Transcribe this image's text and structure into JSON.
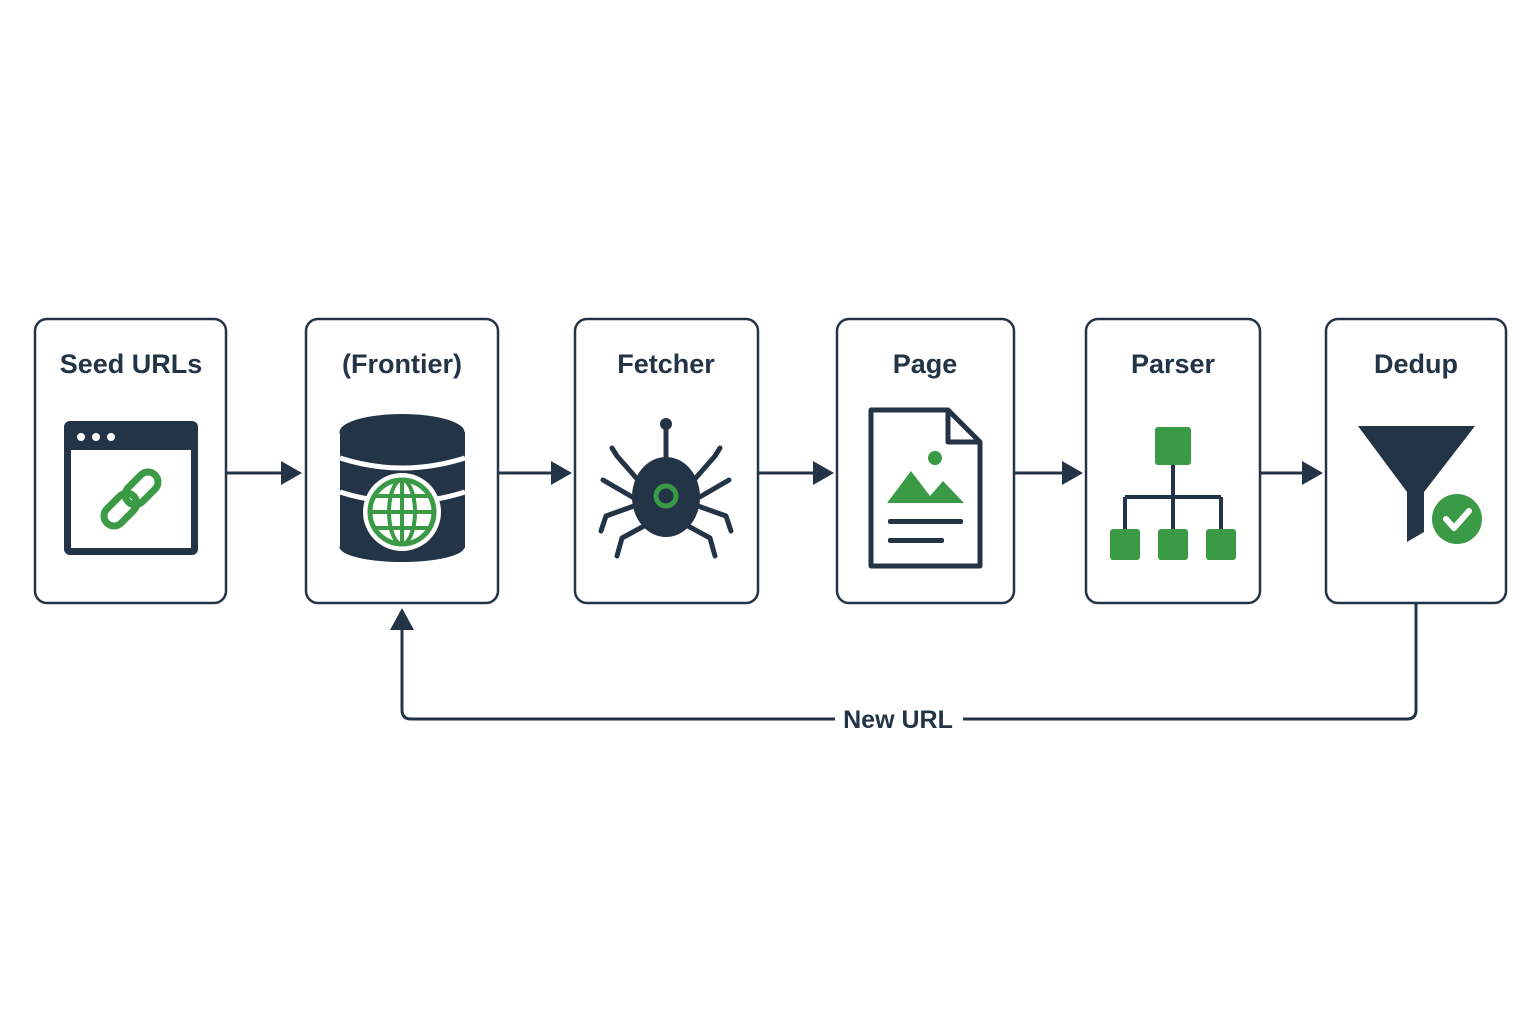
{
  "colors": {
    "dark": "#243447",
    "green": "#3a9a45",
    "background": "#ffffff"
  },
  "nodes": [
    {
      "id": "seed-urls",
      "label": "Seed URLs",
      "icon": "browser-link-icon"
    },
    {
      "id": "frontier",
      "label": "(Frontier)",
      "icon": "database-globe-icon"
    },
    {
      "id": "fetcher",
      "label": "Fetcher",
      "icon": "spider-icon"
    },
    {
      "id": "page",
      "label": "Page",
      "icon": "document-image-icon"
    },
    {
      "id": "parser",
      "label": "Parser",
      "icon": "tree-hierarchy-icon"
    },
    {
      "id": "dedup",
      "label": "Dedup",
      "icon": "funnel-check-icon"
    }
  ],
  "edges": [
    {
      "from": "seed-urls",
      "to": "frontier"
    },
    {
      "from": "frontier",
      "to": "fetcher"
    },
    {
      "from": "fetcher",
      "to": "page"
    },
    {
      "from": "page",
      "to": "parser"
    },
    {
      "from": "parser",
      "to": "dedup"
    },
    {
      "from": "dedup",
      "to": "frontier",
      "label": "New URL"
    }
  ]
}
